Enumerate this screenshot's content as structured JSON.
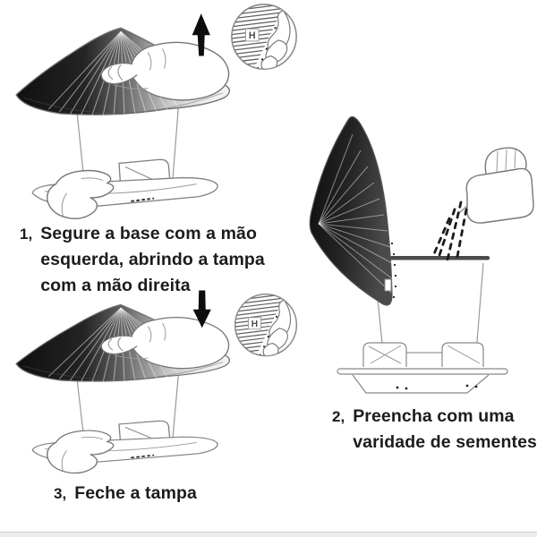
{
  "steps": {
    "step1": {
      "number": "1,",
      "lines": [
        "Segure a base com a mão",
        "esquerda, abrindo a tampa",
        "com a mão direita"
      ]
    },
    "step2": {
      "number": "2,",
      "lines": [
        "Preencha com uma",
        "varidade de sementes"
      ]
    },
    "step3": {
      "number": "3,",
      "lines": [
        "Feche a tampa"
      ]
    }
  },
  "inset": {
    "label": "H"
  },
  "icons": {
    "step1_arrow": "up-arrow",
    "step3_arrow": "down-arrow",
    "inset_icon": "magnified-lid-detail"
  },
  "colors": {
    "ink": "#1c1c1c",
    "outline": "#7a7a7a",
    "lid_dark": "#141414",
    "footer_strip": "#ececec"
  }
}
